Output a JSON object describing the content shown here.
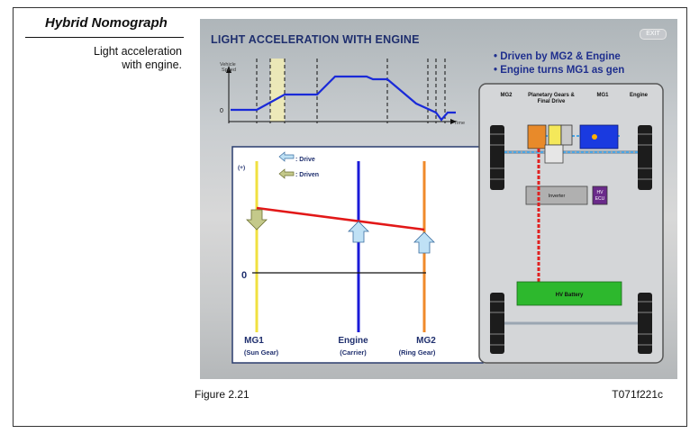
{
  "section_title": "Hybrid Nomograph",
  "side_description": [
    "Light acceleration",
    "with engine."
  ],
  "slide": {
    "title": "LIGHT ACCELERATION WITH ENGINE",
    "exit_label": "EXIT",
    "bullets": [
      "Driven by MG2 & Engine",
      "Engine turns MG1 as gen"
    ],
    "speed_graph": {
      "ylabel_lines": [
        "Vehicle",
        "Speed"
      ],
      "origin_label": "0",
      "xlabel": "Time"
    },
    "nomograph": {
      "legend_drive": ": Drive",
      "legend_driven": ": Driven",
      "plus_label": "(+)",
      "zero_label": "0",
      "axes": [
        {
          "name": "MG1",
          "sub": "(Sun Gear)",
          "color": "#f0e040"
        },
        {
          "name": "Engine",
          "sub": "(Carrier)",
          "color": "#1a1ad8"
        },
        {
          "name": "MG2",
          "sub": "(Ring Gear)",
          "color": "#f08a2a"
        }
      ]
    },
    "diagram": {
      "label_mg2": "MG2",
      "label_planetary": [
        "Planetary Gears &",
        "Final Drive"
      ],
      "label_mg1": "MG1",
      "label_engine": "Engine",
      "inverter_label": "Inverter",
      "hv_ecu_label": [
        "HV",
        "ECU"
      ],
      "battery_label": "HV Battery"
    }
  },
  "caption": "Figure 2.21",
  "figure_code": "T071f221c"
}
